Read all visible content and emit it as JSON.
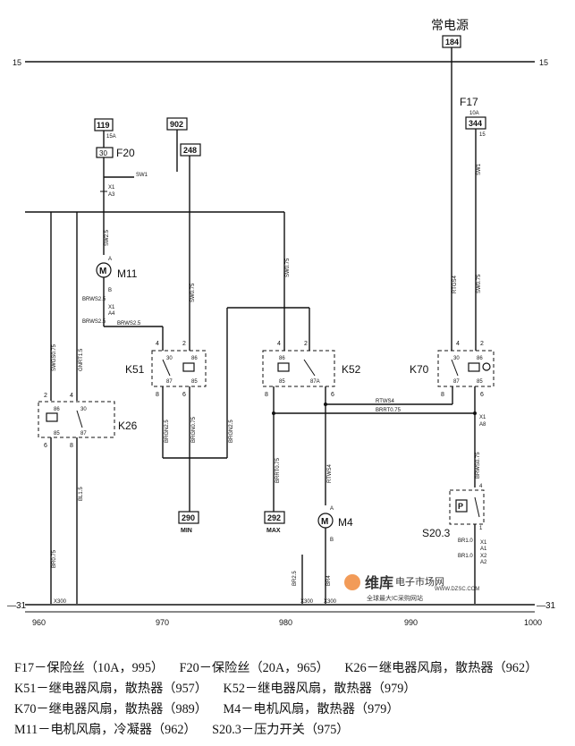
{
  "power_source": {
    "label": "常电源",
    "terminal": "184"
  },
  "rails": {
    "top_left": "15",
    "top_right": "15",
    "bottom_left": "31",
    "bottom_right": "31"
  },
  "fuses": [
    {
      "id": "F20",
      "terminal": "119",
      "rating": "15A",
      "pin": "30",
      "wire": "SW1"
    },
    {
      "id": "F17",
      "terminal": "344",
      "rating": "10A",
      "pin": "15",
      "wire": "SW1"
    }
  ],
  "terminals": {
    "t902": "902",
    "t248": "248",
    "t290": "290",
    "t292": "292"
  },
  "terminal_labels": {
    "min": "MIN",
    "max": "MAX"
  },
  "motors": [
    {
      "id": "M11",
      "pin_a": "A",
      "pin_b": "B"
    },
    {
      "id": "M4",
      "pin_a": "A",
      "pin_b": "B"
    }
  ],
  "relays": [
    {
      "id": "K51",
      "pins": [
        "4",
        "2",
        "30",
        "86",
        "87",
        "85",
        "8",
        "6"
      ]
    },
    {
      "id": "K52",
      "pins": [
        "4",
        "2",
        "86",
        "87A",
        "85",
        "8",
        "6"
      ]
    },
    {
      "id": "K70",
      "pins": [
        "4",
        "2",
        "30",
        "86",
        "87",
        "85",
        "8",
        "6"
      ]
    },
    {
      "id": "K26",
      "pins": [
        "2",
        "4",
        "86",
        "30",
        "85",
        "87",
        "6",
        "8"
      ]
    }
  ],
  "switch": {
    "id": "S20.3",
    "pins": [
      "4",
      "1"
    ]
  },
  "connectors": {
    "x1": "X1",
    "a3": "A3",
    "a4": "A4",
    "a8": "A8",
    "a1": "A1",
    "a2": "A2",
    "x2": "X2",
    "x300": "X300"
  },
  "wires": {
    "sw25": "SW2.5",
    "brws25a": "BRWS2.5",
    "brws25b": "BRWS2.5",
    "brws25c": "BRWS2.5",
    "sw075a": "SW0.75",
    "sw075b": "SW0.75",
    "sw075c": "SW0.75",
    "rtgs4": "RTGS4",
    "swgs075": "SWGS0.75",
    "gnrt15": "GNRT1.5",
    "brgn25a": "BRGN2.5",
    "brgn075": "BRGN0.75",
    "brgn25b": "BRGN2.5",
    "rtws4a": "RTWS4",
    "rtws4b": "RTWS4",
    "brrt075a": "BRRT0.75",
    "brrt075b": "BRRT0.75",
    "brws075": "BRWS0.75",
    "br10a": "BR1.0",
    "br10b": "BR1.0",
    "br075": "BR0.75",
    "bl15": "BL1.5",
    "br25": "BR2.5",
    "br4": "BR4"
  },
  "scale": [
    "960",
    "970",
    "980",
    "990",
    "1000"
  ],
  "watermark": {
    "brand": "维库",
    "site": "电子市场网",
    "url": "WWW.DZSC.COM",
    "slogan": "全球最大IC采购网站"
  },
  "legend": [
    "F17－保险丝（10A，995）",
    "F20－保险丝（20A，965）",
    "K26－继电器风扇，散热器（962）",
    "K51－继电器风扇，散热器（957）",
    "K52－继电器风扇，散热器（979）",
    "K70－继电器风扇，散热器（989）",
    "M4－电机风扇，散热器（979）",
    "M11－电机风扇，冷凝器（962）",
    "S20.3－压力开关（975）"
  ]
}
